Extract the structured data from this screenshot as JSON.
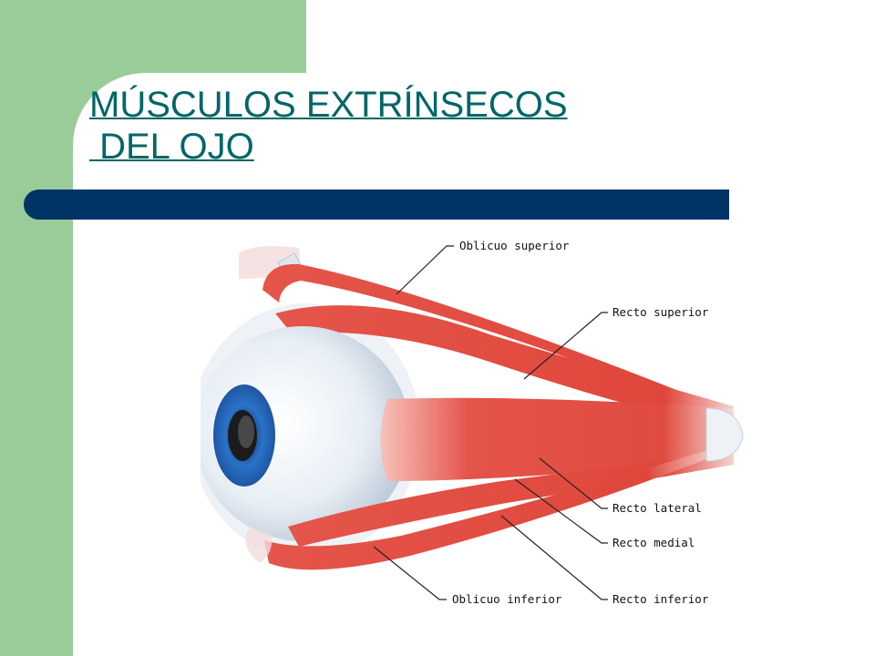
{
  "slide": {
    "title_line1": "MÚSCULOS EXTRÍNSECOS",
    "title_line2": " DEL OJO",
    "colors": {
      "side_band": "#99cc99",
      "title_link": "#006666",
      "rule_bar": "#003366",
      "muscle": "#e5544a",
      "iris": "#2a72c8",
      "sclera": "#e8eef5"
    }
  },
  "diagram": {
    "labels": {
      "oblicuo_superior": "Oblicuo superior",
      "recto_superior": "Recto superior",
      "recto_lateral": "Recto lateral",
      "recto_medial": "Recto medial",
      "oblicuo_inferior": "Oblicuo inferior",
      "recto_inferior": "Recto inferior"
    }
  }
}
